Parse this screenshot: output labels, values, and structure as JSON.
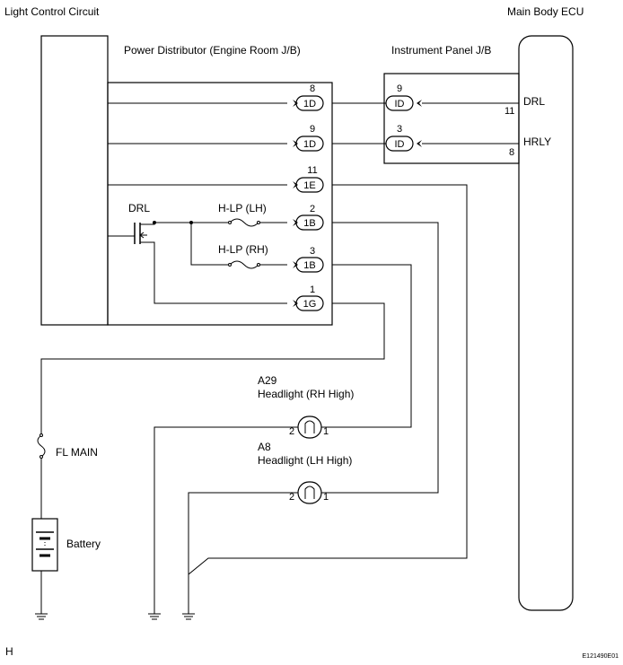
{
  "title": "Light Control Circuit",
  "ecu": {
    "label": "Main Body ECU",
    "pins": {
      "drl_name": "DRL",
      "drl_num": "11",
      "hrly_name": "HRLY",
      "hrly_num": "8"
    }
  },
  "power_distributor": {
    "label": "Power Distributor (Engine Room J/B)"
  },
  "instrument_panel": {
    "label": "Instrument Panel J/B",
    "connectors": [
      {
        "pin": "9",
        "name": "ID"
      },
      {
        "pin": "3",
        "name": "ID"
      }
    ]
  },
  "pd_connectors": [
    {
      "pin": "8",
      "name": "1D"
    },
    {
      "pin": "9",
      "name": "1D"
    },
    {
      "pin": "11",
      "name": "1E"
    },
    {
      "pin": "2",
      "name": "1B"
    },
    {
      "pin": "3",
      "name": "1B"
    },
    {
      "pin": "1",
      "name": "1G"
    }
  ],
  "drl_relay": {
    "label": "DRL"
  },
  "fuses": [
    {
      "label": "H-LP (LH)"
    },
    {
      "label": "H-LP (RH)"
    },
    {
      "label": "FL MAIN"
    }
  ],
  "headlights": [
    {
      "id": "A29",
      "name": "Headlight (RH High)",
      "pin_left": "2",
      "pin_right": "1"
    },
    {
      "id": "A8",
      "name": "Headlight (LH High)",
      "pin_left": "2",
      "pin_right": "1"
    }
  ],
  "battery": {
    "label": "Battery"
  },
  "footer": {
    "left": "H",
    "right": "E121490E01"
  }
}
